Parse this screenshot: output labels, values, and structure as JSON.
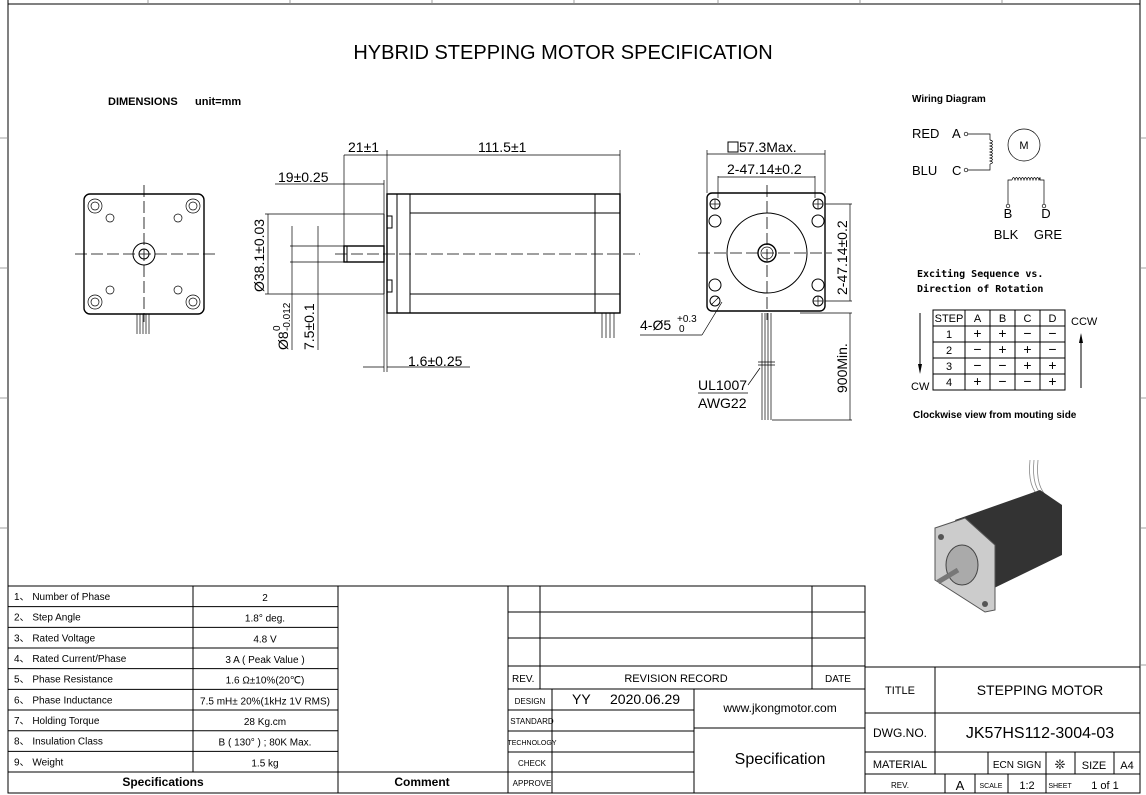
{
  "title": "HYBRID STEPPING MOTOR SPECIFICATION",
  "dimensions_label": "DIMENSIONS",
  "unit_label": "unit=mm",
  "side_view": {
    "dim_flange": "21±1",
    "dim_body": "111.5±1",
    "dim_shaft": "19±0.25",
    "dim_boss": "Ø38.1±0.03",
    "dim_shaft_dia": "Ø8",
    "dim_shaft_dia_upper": "0",
    "dim_shaft_dia_lower": "-0.012",
    "dim_flat": "7.5±0.1",
    "dim_boss_height": "1.6±0.25"
  },
  "rear_view": {
    "dim_square": "57.3Max.",
    "dim_hole_h": "2-47.14±0.2",
    "dim_hole_v": "2-47.14±0.2",
    "dim_holes": "4-Ø5",
    "dim_holes_upper": "+0.3",
    "dim_holes_lower": "0",
    "dim_lead": "900Min.",
    "wire_spec_1": "UL1007",
    "wire_spec_2": "AWG22"
  },
  "wiring": {
    "title": "Wiring Diagram",
    "red": "RED",
    "a": "A",
    "blu": "BLU",
    "c": "C",
    "motor": "M",
    "b": "B",
    "d": "D",
    "blk": "BLK",
    "gre": "GRE"
  },
  "sequence": {
    "title_1": "Exciting Sequence vs.",
    "title_2": "Direction of Rotation",
    "headers": [
      "STEP",
      "A",
      "B",
      "C",
      "D"
    ],
    "rows": [
      [
        "1",
        "+",
        "+",
        "−",
        "−"
      ],
      [
        "2",
        "−",
        "+",
        "+",
        "−"
      ],
      [
        "3",
        "−",
        "−",
        "+",
        "+"
      ],
      [
        "4",
        "+",
        "−",
        "−",
        "+"
      ]
    ],
    "cw": "CW",
    "ccw": "CCW",
    "note": "Clockwise view from mouting side"
  },
  "specs": {
    "rows": [
      {
        "label": "1、 Number of Phase",
        "value": "2"
      },
      {
        "label": "2、 Step Angle",
        "value": "1.8°  deg."
      },
      {
        "label": "3、 Rated Voltage",
        "value": "4.8 V"
      },
      {
        "label": "4、 Rated Current/Phase",
        "value": "3 A (  Peak Value )"
      },
      {
        "label": "5、 Phase Resistance",
        "value": "1.6 Ω±10%(20℃)"
      },
      {
        "label": "6、 Phase Inductance",
        "value": "7.5 mH± 20%(1kHz 1V RMS)"
      },
      {
        "label": "7、 Holding Torque",
        "value": "28 Kg.cm"
      },
      {
        "label": "8、 Insulation Class",
        "value": "B ( 130° ) ;  80K Max."
      },
      {
        "label": "9、 Weight",
        "value": "1.5 kg"
      }
    ],
    "footer": "Specifications",
    "comment": "Comment"
  },
  "revision": {
    "rev": "REV.",
    "record": "REVISION RECORD",
    "date": "DATE",
    "design": "DESIGN",
    "designer": "YY",
    "design_date": "2020.06.29",
    "standard": "STANDARD",
    "technology": "TECHNOLOGY",
    "check": "CHECK",
    "approve": "APPROVE",
    "website": "www.jkongmotor.com",
    "doc_type": "Specification"
  },
  "title_block": {
    "title_label": "TITLE",
    "title_value": "STEPPING MOTOR",
    "dwg_label": "DWG.NO.",
    "dwg_value": "JK57HS112-3004-03",
    "material_label": "MATERIAL",
    "ecn_label": "ECN SIGN",
    "ecn_symbol": "❊",
    "size_label": "SIZE",
    "size_value": "A4",
    "rev_label": "REV.",
    "rev_value": "A",
    "scale_label": "SCALE",
    "scale_value": "1:2",
    "sheet_label": "SHEET",
    "sheet_value": "1 of 1"
  }
}
